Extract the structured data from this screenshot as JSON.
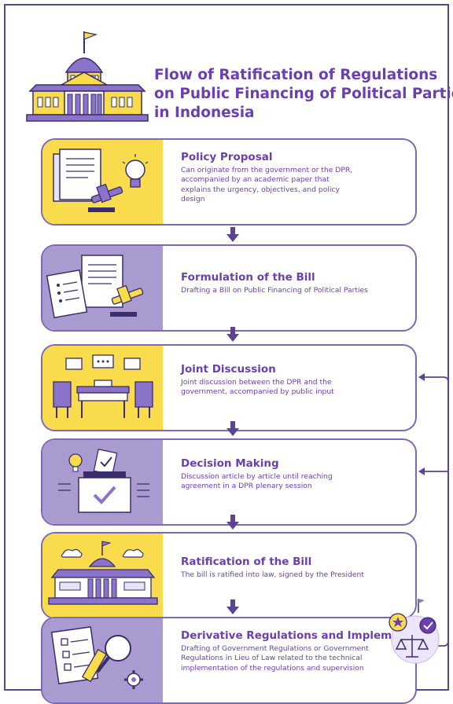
{
  "title": {
    "line1": "Flow of Ratification of Regulations",
    "line2": "on Public Financing of Political Parties",
    "line3": "in Indonesia"
  },
  "steps": [
    {
      "name": "Policy Proposal",
      "desc_lines": [
        "Can originate from the government or the DPR,",
        "accompanied by an academic paper that",
        "explains the urgency, objectives, and policy",
        "design"
      ],
      "color": "#f8dc4d",
      "icon": "document-gavel-lightbulb-icon"
    },
    {
      "name": "Formulation of the Bill",
      "desc_lines": [
        "Drafting a Bill on Public Financing of Political Parties"
      ],
      "color": "#a99ad0",
      "icon": "documents-gavel-icon"
    },
    {
      "name": "Joint Discussion",
      "desc_lines": [
        "Joint discussion between the DPR and the",
        "government, accompanied by public input"
      ],
      "color": "#f8dc4d",
      "icon": "meeting-table-icon"
    },
    {
      "name": "Decision Making",
      "desc_lines": [
        "Discussion article by article until reaching",
        "agreement in a DPR plenary session"
      ],
      "color": "#a99ad0",
      "icon": "ballot-box-icon"
    },
    {
      "name": "Ratification of the Bill",
      "desc_lines": [
        "The bill is ratified into law, signed by the President"
      ],
      "color": "#f8dc4d",
      "icon": "parliament-building-icon"
    },
    {
      "name": "Derivative Regulations and Implementation",
      "desc_lines": [
        "Drafting of Government Regulations or Government",
        "Regulations in Lieu of Law related to the technical",
        "implementation of the regulations and supervision"
      ],
      "color": "#a99ad0",
      "icon": "checklist-magnifier-gear-icon"
    }
  ],
  "colors": {
    "accent": "#6a3fb0",
    "border": "#7d68b6",
    "yellow": "#f8dc4d",
    "lavender": "#a99ad0",
    "arrow": "#5b4496"
  }
}
